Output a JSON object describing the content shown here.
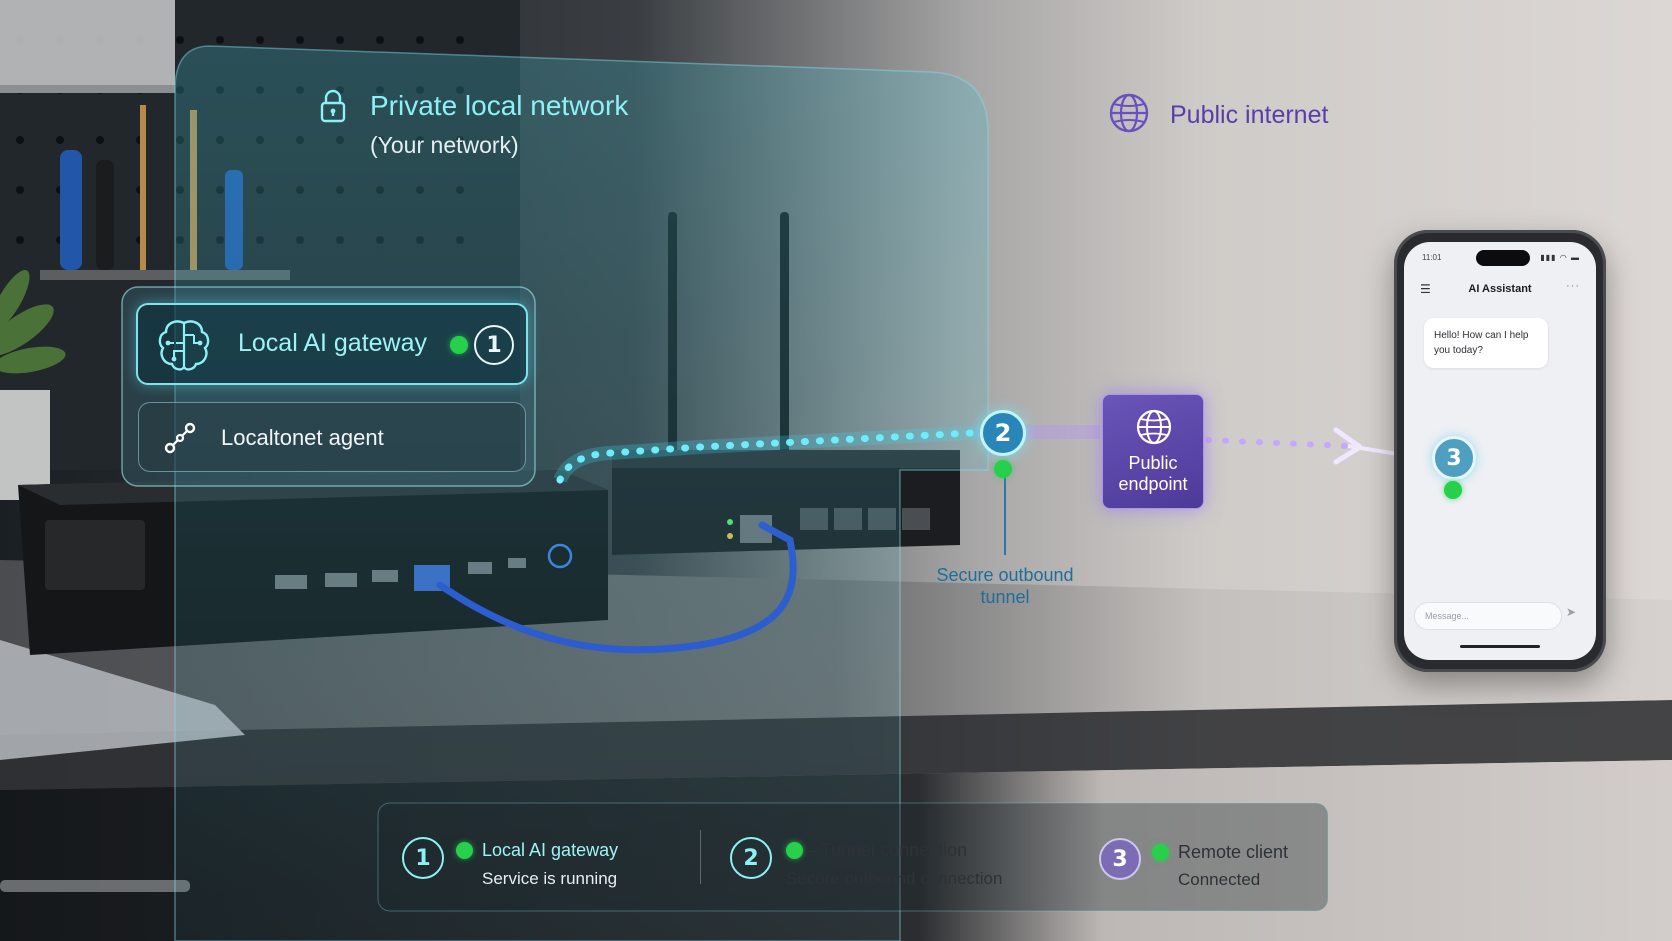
{
  "private_zone": {
    "title": "Private local network",
    "subtitle": "(Your network)"
  },
  "public_zone": {
    "title": "Public internet"
  },
  "gateway_panel": {
    "label": "Local AI gateway",
    "step": "1"
  },
  "agent_panel": {
    "label": "Localtonet agent"
  },
  "tunnel": {
    "step": "2",
    "caption_line1": "Secure outbound",
    "caption_line2": "tunnel"
  },
  "endpoint": {
    "line1": "Public",
    "line2": "endpoint"
  },
  "client": {
    "step": "3"
  },
  "phone": {
    "time": "11:01",
    "app_title": "AI Assistant",
    "greeting_line1": "Hello! How can I help",
    "greeting_line2": "you today?",
    "message_placeholder": "Message..."
  },
  "legend": [
    {
      "num": "1",
      "title": "Local AI gateway",
      "subtitle": "Service is running"
    },
    {
      "num": "2",
      "title": "– Tunnel connection",
      "subtitle": "Secure outbound connection"
    },
    {
      "num": "3",
      "title": "Remote client",
      "subtitle": "Connected"
    }
  ],
  "colors": {
    "cyan_accent": "#8cf0f5",
    "purple_accent": "#6a4fc0",
    "status_green": "#27d04b",
    "tunnel_caption": "#1f6d9b"
  }
}
